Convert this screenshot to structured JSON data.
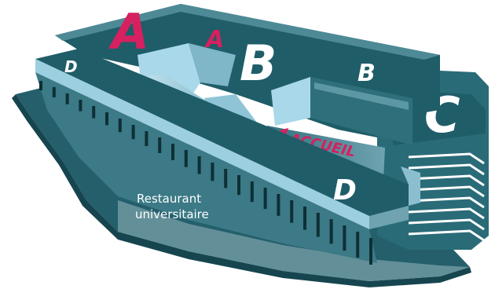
{
  "labels": {
    "building_a_large": "A",
    "building_a_small": "A",
    "building_b_large": "B",
    "building_b_small": "B",
    "building_c": "C",
    "building_d_left": "D",
    "building_d_right": "D",
    "accueil": "ACCUEIL",
    "restaurant_line1": "Restaurant",
    "restaurant_line2": "universitaire"
  },
  "colors": {
    "dark_teal": "#1f5d68",
    "mid_teal": "#2f7482",
    "light_teal": "#6f9fab",
    "pale_blue": "#bfe3ef",
    "sky": "#a9d8ea",
    "accent_pink": "#d6205f",
    "white": "#ffffff",
    "post": "#0f2f36"
  }
}
